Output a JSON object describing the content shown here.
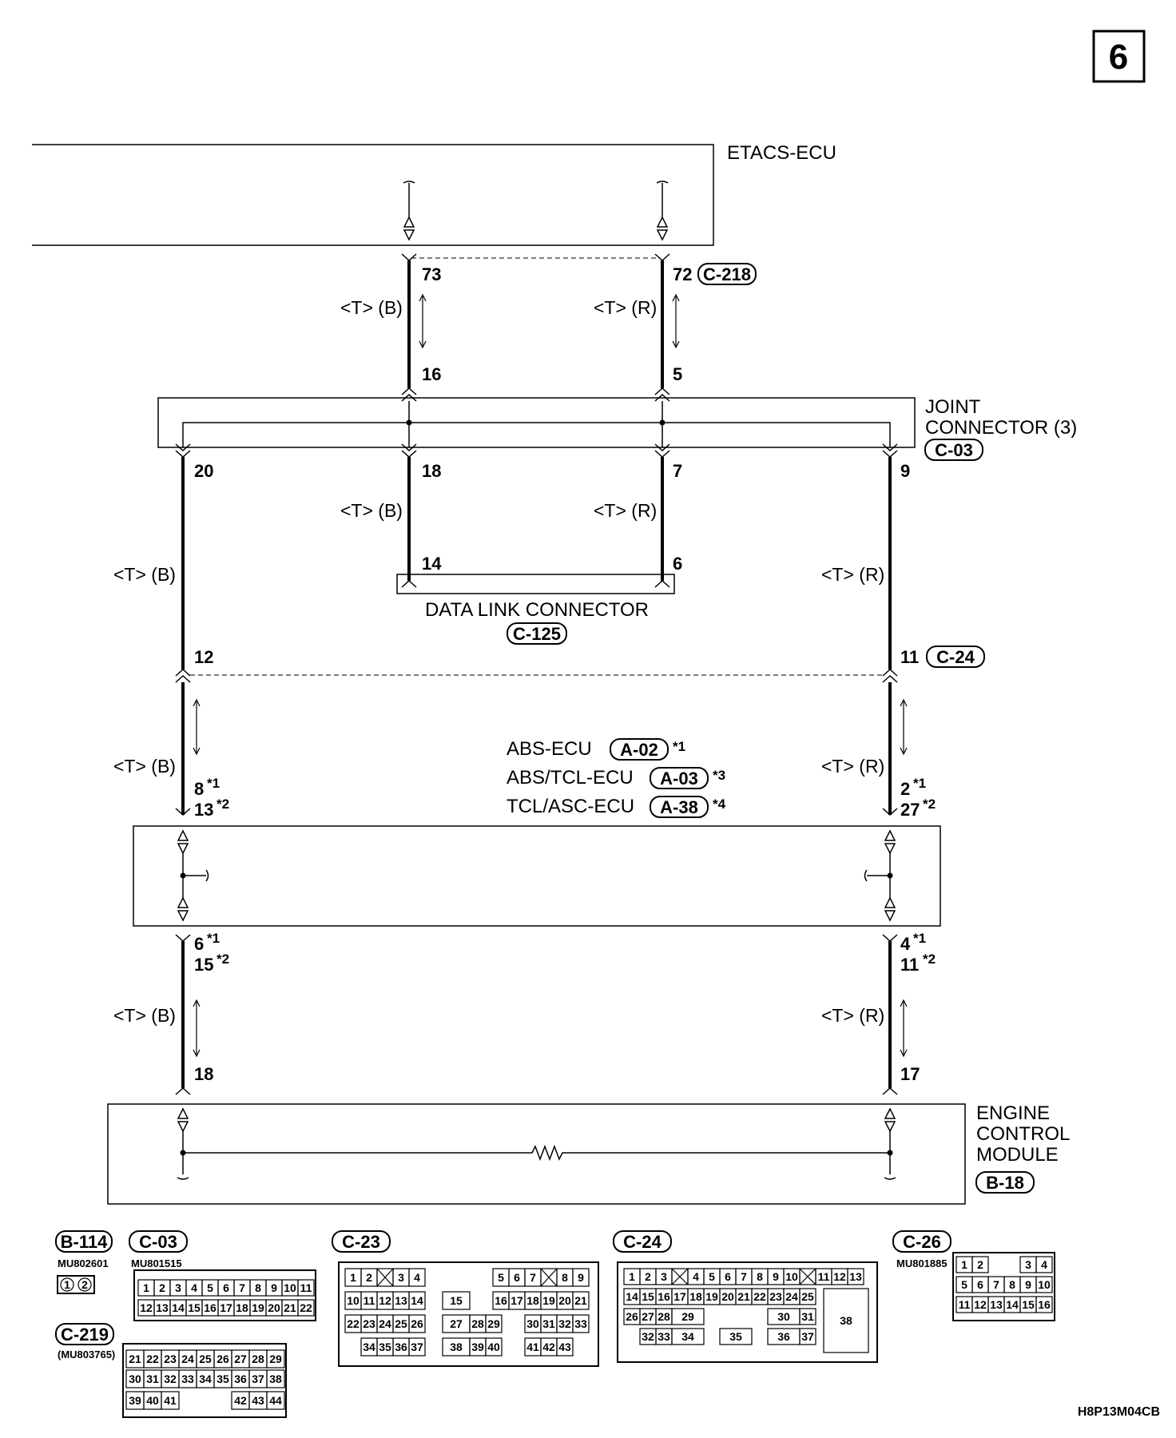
{
  "page": {
    "number": "6",
    "drawing_code": "H8P13M04CB"
  },
  "components": {
    "etacs": "ETACS-ECU",
    "joint_line1": "JOINT",
    "joint_line2": "CONNECTOR (3)",
    "joint_badge": "C-03",
    "dlc": "DATA LINK CONNECTOR",
    "dlc_badge": "C-125",
    "ecm_line1": "ENGINE",
    "ecm_line2": "CONTROL",
    "ecm_line3": "MODULE",
    "ecm_badge": "B-18",
    "abs_ecu": "ABS-ECU",
    "abs_badge": "A-02",
    "abs_tcl": "ABS/TCL-ECU",
    "abs_tcl_badge": "A-03",
    "tcl_asc": "TCL/ASC-ECU",
    "tcl_asc_badge": "A-38"
  },
  "wires": {
    "black": "<T> (B)",
    "red": "<T> (R)"
  },
  "pins": {
    "p73": "73",
    "p72": "72",
    "c218": "C-218",
    "p16": "16",
    "p5": "5",
    "p20": "20",
    "p18a": "18",
    "p7": "7",
    "p9": "9",
    "p14": "14",
    "p6a": "6",
    "p12": "12",
    "p11a": "11",
    "c24": "C-24",
    "p8": "8",
    "p13": "13",
    "p2": "2",
    "p27": "27",
    "p6b": "6",
    "p15": "15",
    "p4": "4",
    "p11b": "11",
    "p18b": "18",
    "p17": "17"
  },
  "stars": {
    "s1": "*1",
    "s2": "*2",
    "s3": "*3",
    "s4": "*4"
  },
  "connectors": {
    "b114": {
      "label": "B-114",
      "part": "MU802601",
      "pins": [
        "1",
        "2"
      ]
    },
    "c03": {
      "label": "C-03",
      "part": "MU801515",
      "row1": [
        "1",
        "2",
        "3",
        "4",
        "5",
        "6",
        "7",
        "8",
        "9",
        "10",
        "11"
      ],
      "row2": [
        "12",
        "13",
        "14",
        "15",
        "16",
        "17",
        "18",
        "19",
        "20",
        "21",
        "22"
      ]
    },
    "c219": {
      "label": "C-219",
      "part": "(MU803765)",
      "row1": [
        "21",
        "22",
        "23",
        "24",
        "25",
        "26",
        "27",
        "28",
        "29"
      ],
      "row2": [
        "30",
        "31",
        "32",
        "33",
        "34",
        "35",
        "36",
        "37",
        "38"
      ],
      "row3": [
        "39",
        "40",
        "41",
        "42",
        "43",
        "44"
      ]
    },
    "c23": {
      "label": "C-23",
      "row1": [
        "1",
        "2",
        "3",
        "4",
        "5",
        "6",
        "7",
        "8",
        "9"
      ],
      "row2": [
        "10",
        "11",
        "12",
        "13",
        "14",
        "15",
        "16",
        "17",
        "18",
        "19",
        "20",
        "21"
      ],
      "row3": [
        "22",
        "23",
        "24",
        "25",
        "26",
        "27",
        "28",
        "29",
        "30",
        "31",
        "32",
        "33"
      ],
      "row4": [
        "34",
        "35",
        "36",
        "37",
        "38",
        "39",
        "40",
        "41",
        "42",
        "43"
      ]
    },
    "c24": {
      "label": "C-24",
      "row1": [
        "1",
        "2",
        "3",
        "4",
        "5",
        "6",
        "7",
        "8",
        "9",
        "10",
        "11",
        "12",
        "13"
      ],
      "row2": [
        "14",
        "15",
        "16",
        "17",
        "18",
        "19",
        "20",
        "21",
        "22",
        "23",
        "24",
        "25"
      ],
      "row3": [
        "26",
        "27",
        "28",
        "29",
        "30",
        "31"
      ],
      "row4": [
        "32",
        "33",
        "34",
        "35",
        "36",
        "37"
      ],
      "big": "38"
    },
    "c26": {
      "label": "C-26",
      "part": "MU801885",
      "row1": [
        "1",
        "2",
        "3",
        "4"
      ],
      "row2": [
        "5",
        "6",
        "7",
        "8",
        "9",
        "10"
      ],
      "row3": [
        "11",
        "12",
        "13",
        "14",
        "15",
        "16"
      ]
    }
  }
}
